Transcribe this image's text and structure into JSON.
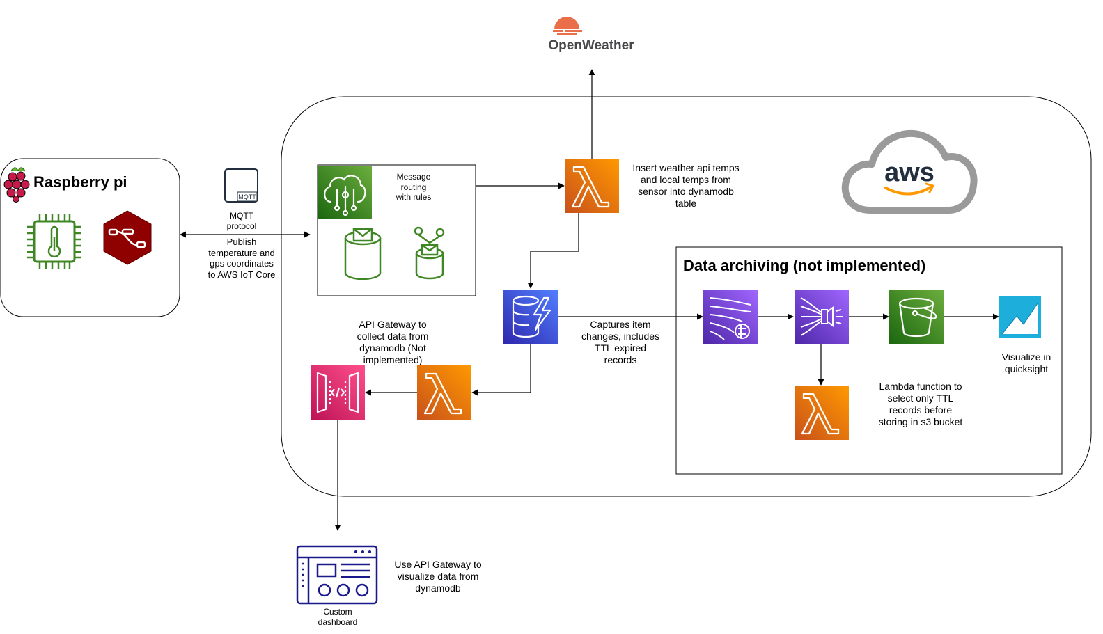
{
  "external": {
    "openweather_logo_text": "OpenWeather",
    "aws_logo_text": "aws"
  },
  "device": {
    "title": "Raspberry pi"
  },
  "mqtt": {
    "icon_text": "MQTT",
    "label": "MQTT\nprotocol",
    "publish_note": "Publish\ntemperature and\ngps coordinates\nto AWS IoT Core"
  },
  "iot_core": {
    "rules_label": "Message\nrouting\nwith rules"
  },
  "lambda_insert": {
    "note": "Insert weather api temps\nand local temps from\nsensor into dynamodb\ntable"
  },
  "dynamodb": {
    "stream_note": "Captures item\nchanges, includes\nTTL expired\nrecords"
  },
  "api": {
    "gateway_note": "API Gateway to\ncollect data from\ndynamodb (Not\nimplemented)"
  },
  "archiving": {
    "title": "Data archiving (not implemented)",
    "lambda_note": "Lambda function to\nselect only TTL\nrecords before\nstoring in s3 bucket",
    "quicksight_note": "Visualize in\nquicksight"
  },
  "dashboard": {
    "label": "Custom\ndashboard",
    "note": "Use API Gateway to\nvisualize data from\ndynamodb"
  },
  "colors": {
    "lambda_orange": "#ED7100",
    "iot_green": "#3F8624",
    "dynamodb_blue": "#3334B9",
    "kinesis_purple": "#7B3CE5",
    "s3_green": "#3F8624",
    "apigw_pink": "#E7157B",
    "quicksight_blue": "#1EAEDC",
    "navy": "#1A1A8C",
    "raspberry_red": "#C51A4A",
    "nodered_red": "#8F0000",
    "openweather_orange": "#EB6E4B"
  }
}
